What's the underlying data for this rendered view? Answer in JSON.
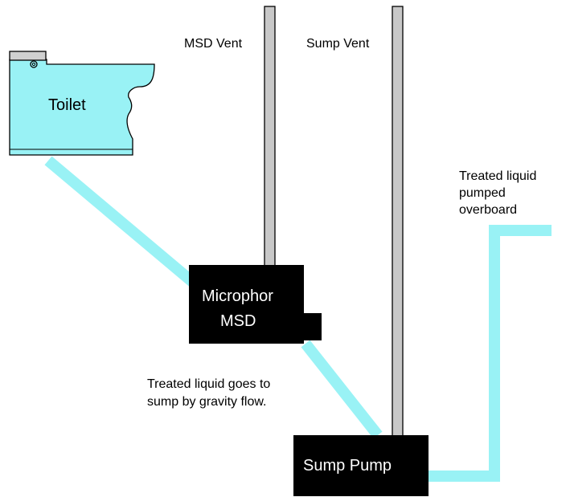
{
  "colors": {
    "pipe": "#99f2f5",
    "vent_fill": "#c8c8c8",
    "toilet_fill": "#99f2f5",
    "box_fill": "#000000",
    "box_text": "#ffffff"
  },
  "vents": {
    "msd_label": "MSD Vent",
    "sump_label": "Sump Vent"
  },
  "toilet": {
    "label": "Toilet"
  },
  "msd": {
    "line1": "Microphor",
    "line2": "MSD"
  },
  "sump": {
    "label": "Sump Pump"
  },
  "annotations": {
    "gravity_line1": "Treated liquid goes to",
    "gravity_line2": "sump by gravity flow.",
    "overboard_line1": "Treated liquid",
    "overboard_line2": "pumped",
    "overboard_line3": "overboard"
  }
}
